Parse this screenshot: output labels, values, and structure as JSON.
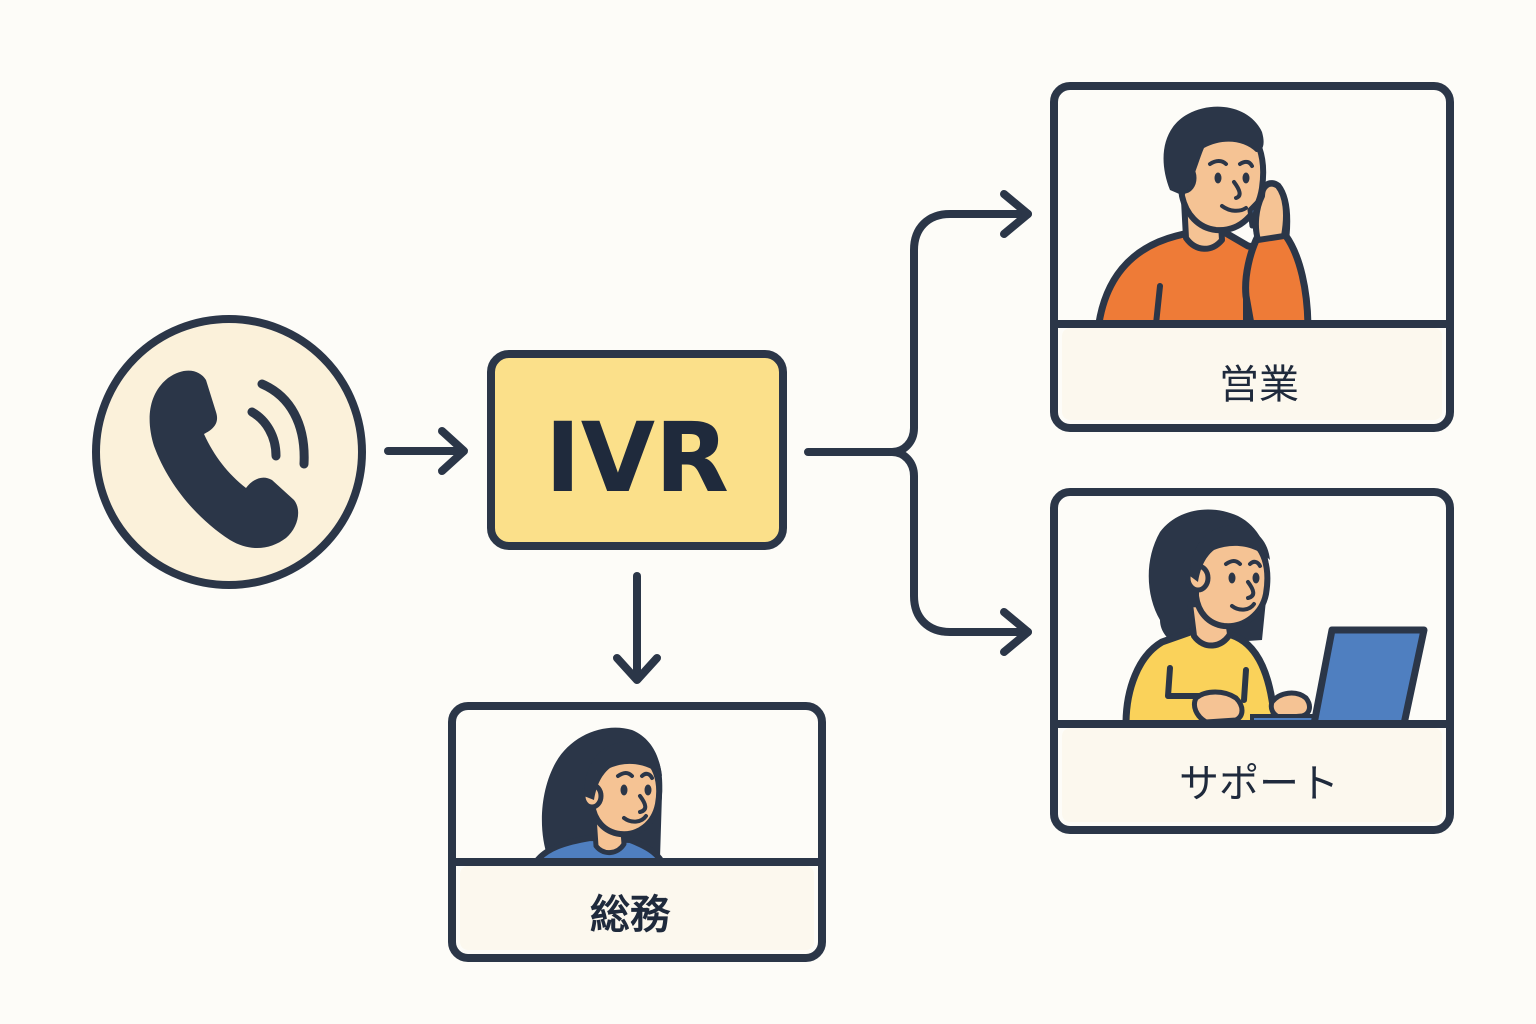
{
  "diagram": {
    "title": "IVR call routing",
    "colors": {
      "ink": "#2b3648",
      "background": "#fdfcf8",
      "phone_circle_fill": "#fbf1da",
      "ivr_fill": "#fbe08a",
      "label_strip_fill": "#fcf8ee",
      "card_fill": "#fdfcf8",
      "skin": "#f5c394",
      "sales_shirt": "#ee7b37",
      "support_shirt": "#fad25a",
      "general_shirt": "#4f7fc0",
      "laptop_screen": "#4f7fc0",
      "phone_receiver": "#4f7fc0"
    },
    "nodes": {
      "caller": {
        "icon": "phone-ringing-icon"
      },
      "ivr": {
        "label": "IVR"
      },
      "sales": {
        "label": "営業",
        "icon": "agent-on-phone-illustration"
      },
      "support": {
        "label": "サポート",
        "icon": "agent-with-laptop-illustration"
      },
      "general_affairs": {
        "label": "総務",
        "icon": "agent-portrait-illustration"
      }
    },
    "edges": [
      {
        "from": "caller",
        "to": "ivr"
      },
      {
        "from": "ivr",
        "to": "sales"
      },
      {
        "from": "ivr",
        "to": "support"
      },
      {
        "from": "ivr",
        "to": "general_affairs"
      }
    ]
  }
}
